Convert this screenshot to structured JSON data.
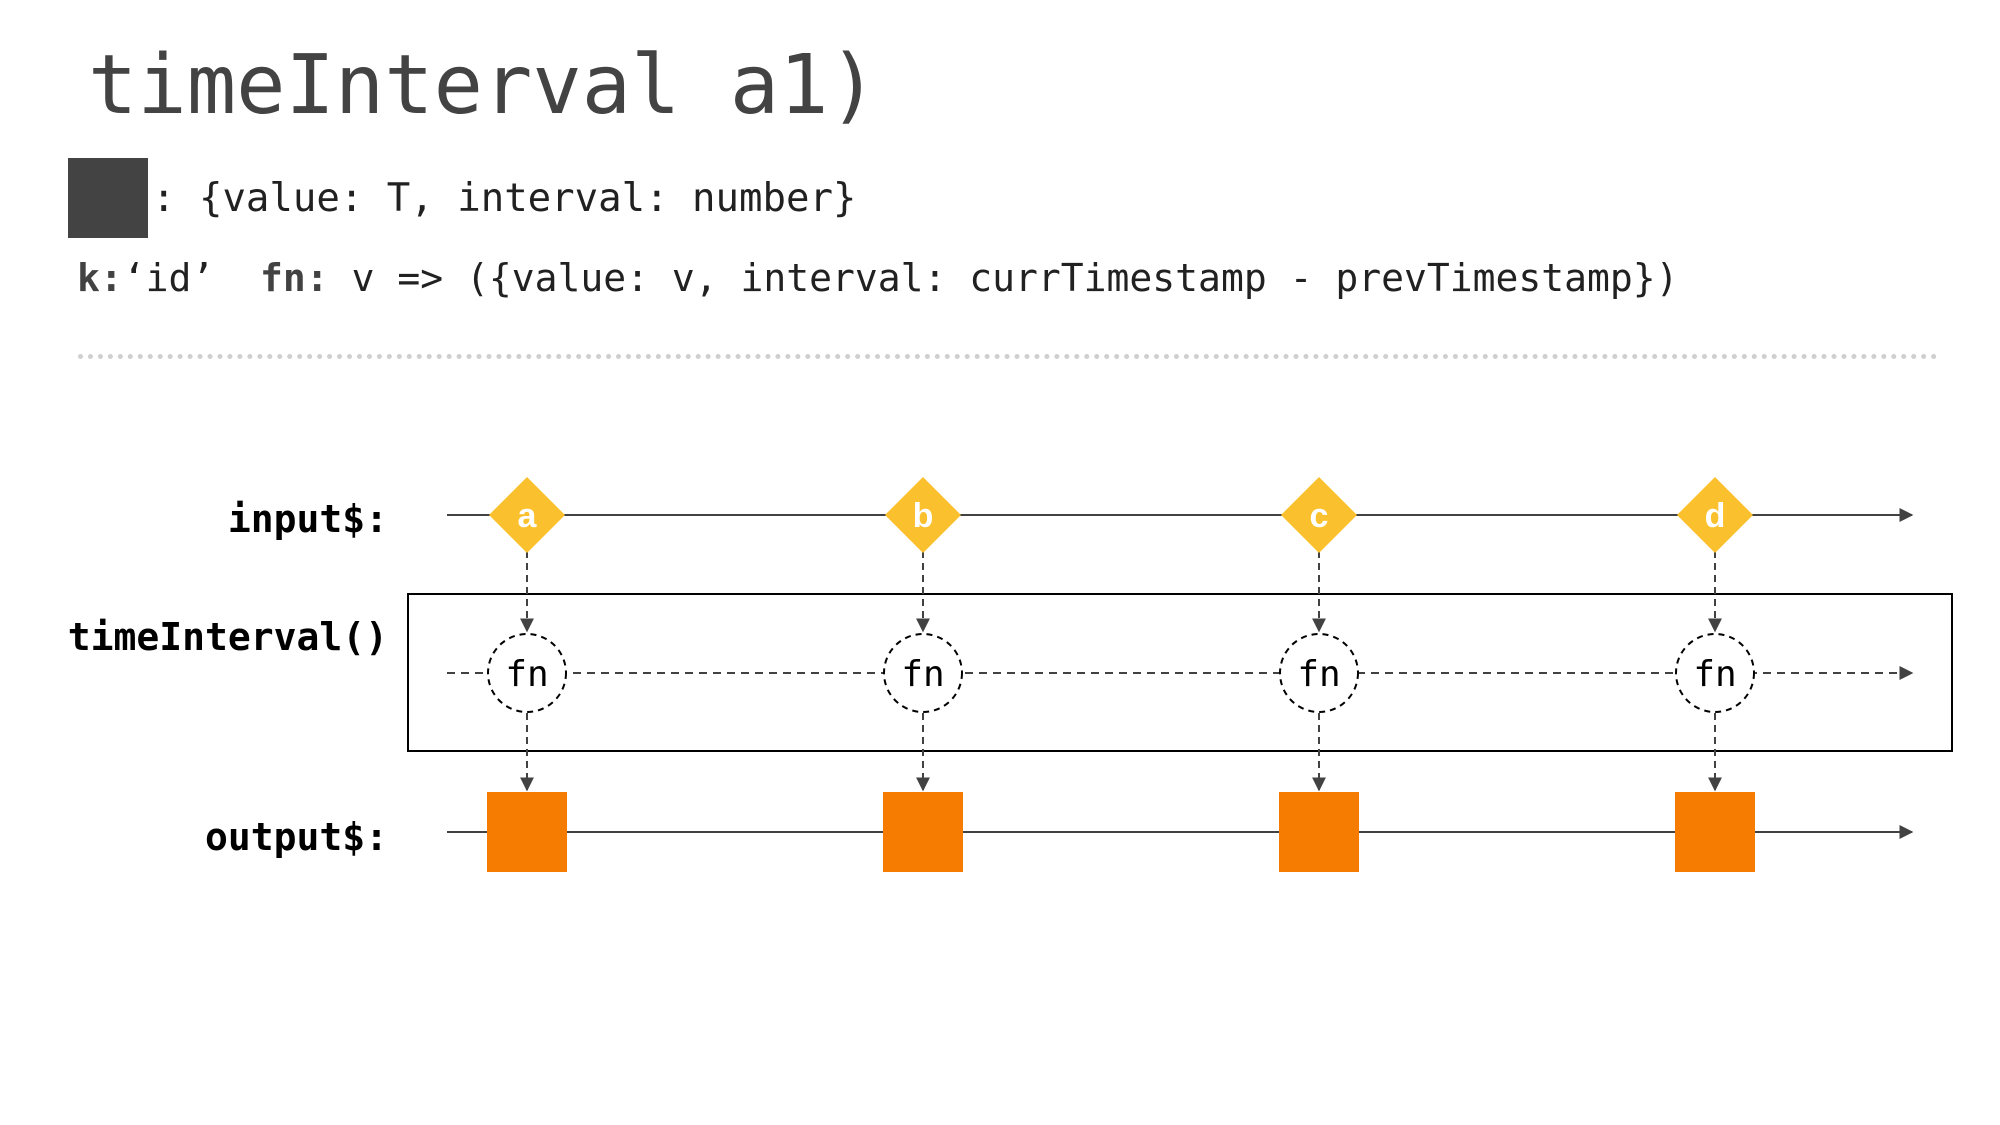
{
  "title": "timeInterval a1)",
  "type_signature": ": {value: T, interval: number}",
  "params": {
    "k_label": "k:",
    "k_value": "‘id’",
    "fn_label": "fn:",
    "fn_value": "v => ({value: v, interval: currTimestamp - prevTimestamp})"
  },
  "streams": {
    "input_label": "input$:",
    "operator_label": "timeInterval()",
    "output_label": "output$:"
  },
  "input_events": [
    "a",
    "b",
    "c",
    "d"
  ],
  "fn_label": "fn",
  "colors": {
    "diamond": "#FBC02D",
    "output": "#F57C00",
    "swatch": "#434343",
    "line": "#424242"
  }
}
